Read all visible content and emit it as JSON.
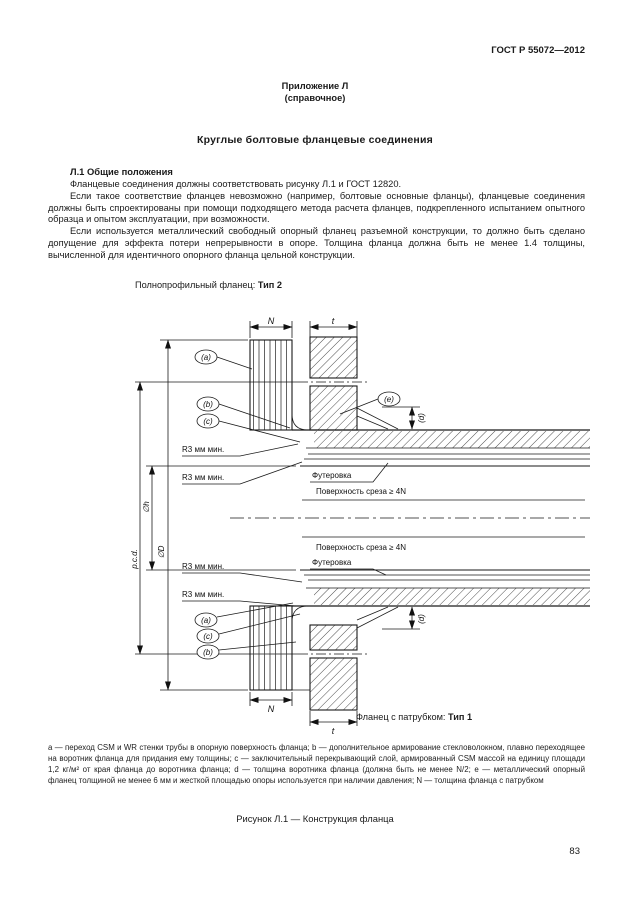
{
  "page": {
    "header_right": "ГОСТ Р 55072—2012",
    "appendix_title": "Приложение Л",
    "appendix_subtitle": "(справочное)",
    "title": "Круглые болтовые фланцевые соединения",
    "page_number": "83"
  },
  "section": {
    "heading": "Л.1 Общие положения",
    "para1": "Фланцевые соединения должны соответствовать рисунку Л.1 и ГОСТ 12820.",
    "para2": "Если такое соответствие фланцев невозможно (например, болтовые основные фланцы), фланцевые соединения должны быть спроектированы при помощи подходящего метода расчета фланцев, подкрепленного испытанием опытного образца и опытом эксплуатации, при возможности.",
    "para3": "Если используется металлический свободный опорный фланец разъемной конструкции, то должно быть сделано допущение для эффекта потери непрерывности в опоре. Толщина фланца должна быть не менее 1.4 толщины, вычисленной для идентичного опорного фланца цельной конструкции."
  },
  "figure": {
    "label2_text": "Полнопрофильный фланец:",
    "label2_type": "Тип 2",
    "label1_text": "Фланец с патрубком:",
    "label1_type": "Тип 1",
    "dims": {
      "N": "N",
      "t": "t",
      "h": "∅h",
      "D": "∅D",
      "pcd": "p.c.d.",
      "d": "(d)"
    },
    "callouts": {
      "a": "(a)",
      "b": "(b)",
      "c": "(c)",
      "e": "(e)"
    },
    "notes": {
      "r3": "R3 мм мин.",
      "liner": "Футеровка",
      "shear": "Поверхность среза ≥ 4N"
    },
    "footnote": "а — переход CSM и WR стенки трубы в опорную поверхность фланца; b — дополнительное армирование стекловолокном, плавно переходящее на воротник фланца для придания ему толщины; с — заключительный перекрывающий слой, армированный CSM массой на единицу площади 1,2 кг/м² от края фланца до воротника фланца; d — толщина воротника фланца (должна быть не менее N/2; е — металлический опорный фланец толщиной не менее 6 мм и жесткой площадью опоры используется при наличии давления; N — толщина фланца с патрубком",
    "caption": "Рисунок Л.1 — Конструкция фланца"
  }
}
